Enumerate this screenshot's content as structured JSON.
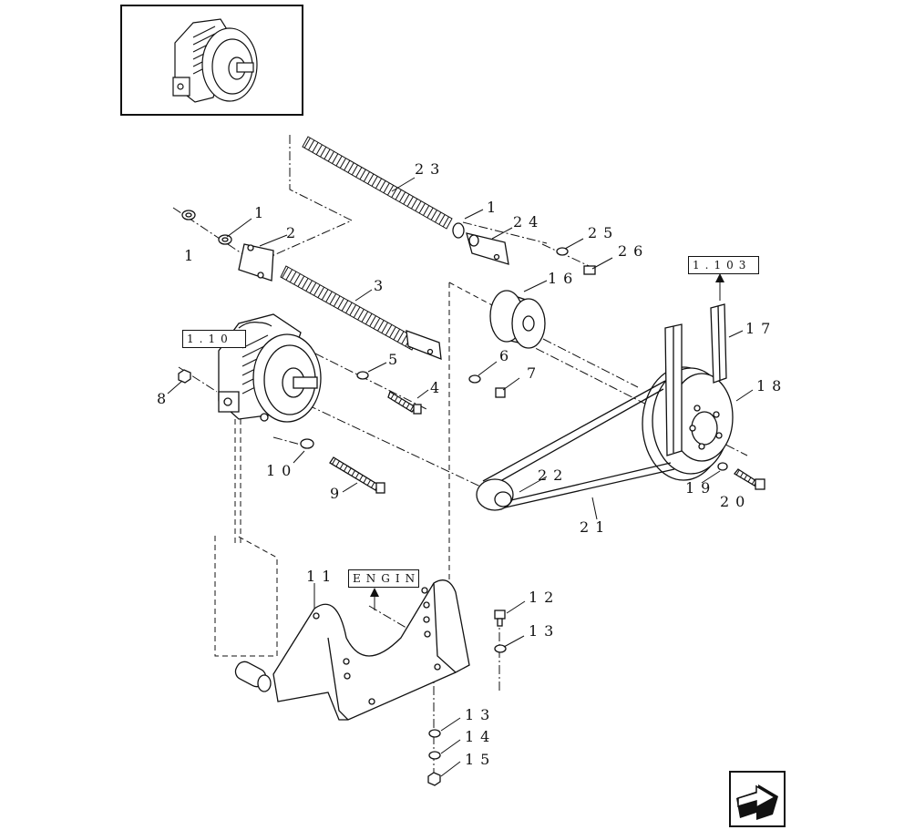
{
  "callouts": [
    "1",
    "1",
    "2",
    "3",
    "4",
    "5",
    "6",
    "7",
    "8",
    "9",
    "10",
    "11",
    "12",
    "13",
    "13",
    "14",
    "15",
    "16",
    "17",
    "18",
    "19",
    "20",
    "21",
    "22",
    "23",
    "24",
    "25",
    "26"
  ],
  "references": {
    "alternator_ref": "1.10",
    "belt_ref": "1.103",
    "engine_ref": "ENGINE"
  },
  "icons": {
    "thumbnail": "alternator-thumbnail-icon",
    "navigation": "next-page-arrow-icon"
  },
  "colors": {
    "line": "#111111",
    "background": "#ffffff"
  }
}
